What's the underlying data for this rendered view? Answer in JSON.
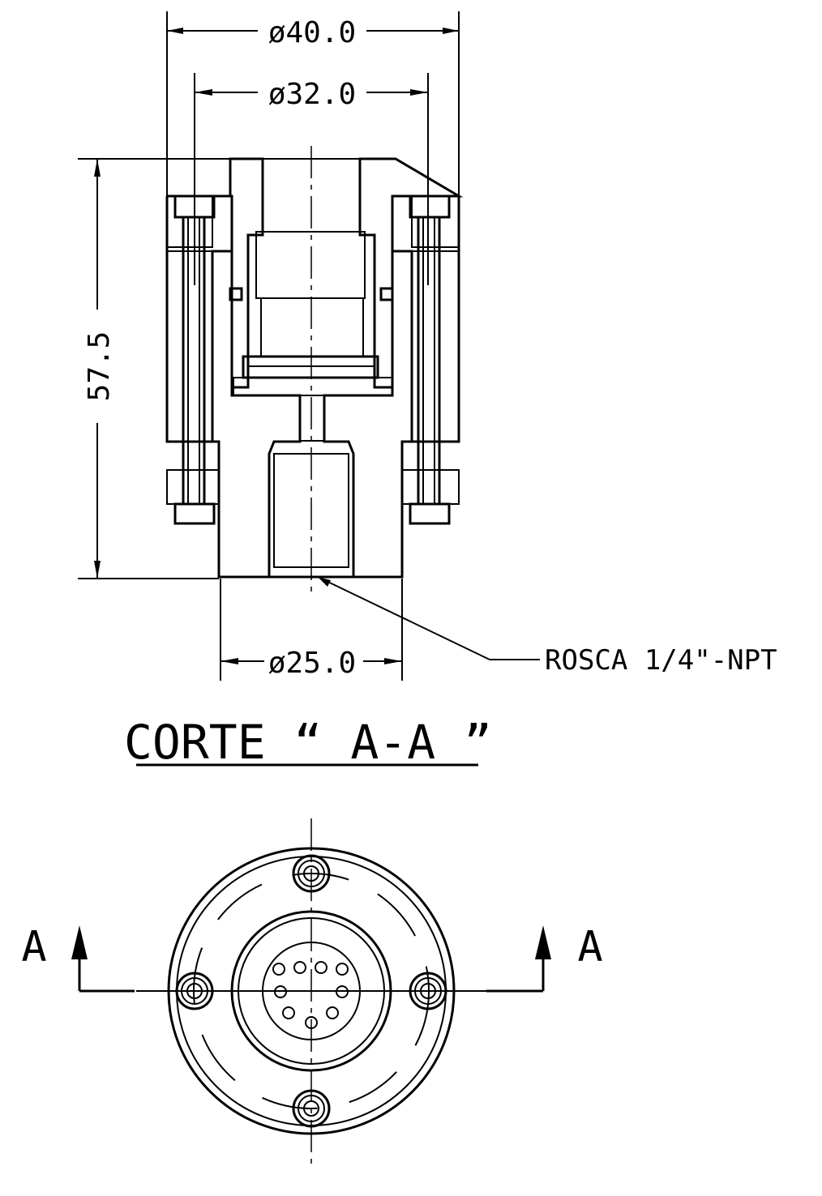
{
  "drawing": {
    "dimensions": {
      "outer_diameter": "ø40.0",
      "bolt_circle_diameter": "ø32.0",
      "height": "57.5",
      "port_diameter": "ø25.0"
    },
    "callout": "ROSCA 1/4\"-NPT",
    "section_title": "CORTE “ A-A ”",
    "section_marker_left": "A",
    "section_marker_right": "A"
  }
}
